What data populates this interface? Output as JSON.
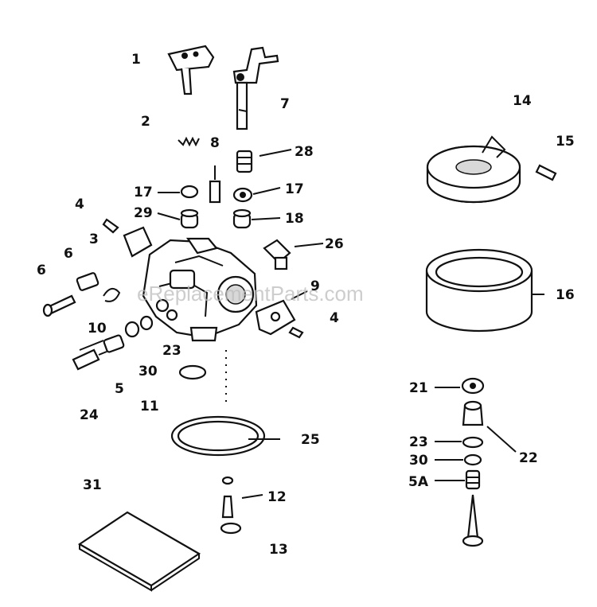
{
  "watermark": "eReplacementParts.com",
  "callouts": [
    {
      "text": "1"
    },
    {
      "text": "2"
    },
    {
      "text": "3"
    },
    {
      "text": "4"
    },
    {
      "text": "4"
    },
    {
      "text": "5"
    },
    {
      "text": "5A"
    },
    {
      "text": "6"
    },
    {
      "text": "6"
    },
    {
      "text": "7"
    },
    {
      "text": "8"
    },
    {
      "text": "9"
    },
    {
      "text": "10"
    },
    {
      "text": "11"
    },
    {
      "text": "12"
    },
    {
      "text": "13"
    },
    {
      "text": "14"
    },
    {
      "text": "15"
    },
    {
      "text": "16"
    },
    {
      "text": "17"
    },
    {
      "text": "17"
    },
    {
      "text": "18"
    },
    {
      "text": "21"
    },
    {
      "text": "22"
    },
    {
      "text": "23"
    },
    {
      "text": "23"
    },
    {
      "text": "24"
    },
    {
      "text": "25"
    },
    {
      "text": "26"
    },
    {
      "text": "28"
    },
    {
      "text": "29"
    },
    {
      "text": "30"
    },
    {
      "text": "30"
    },
    {
      "text": "31"
    }
  ]
}
